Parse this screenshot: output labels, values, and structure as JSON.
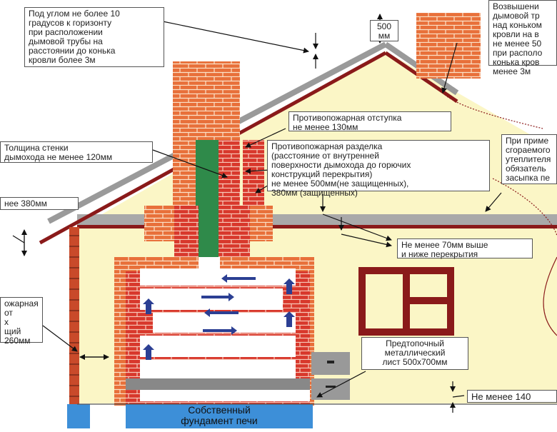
{
  "labels": {
    "angle_note": "Под углом не более 10\nградусов к горизонту\nпри расположении\nдымовой трубы на\nрасстоянии до конька\nкровли более 3м",
    "ridge_500": "500\nмм",
    "raise_note": "Возвышени\nдымовой тр\nнад коньком\nкровли на в\nне менее 50\nпри располо\nконька кров\nменее 3м",
    "fire_offset": "Противопожарная отступка\nне менее 130мм",
    "fire_cutting": "Противопожарная разделка\n(расстояние от внутренней\nповерхности дымохода до горючих\nконструкций перекрытия)\nне менее 500мм(не защищенных),\n380мм (защищенных)",
    "wall_thickness": "Толщина стенки\nдымохода не менее 120мм",
    "left_380": "нее 380мм",
    "insulation_note": "При приме\nсгораемого\nутеплителя\nобязатель\nзасыпка пе",
    "above_below": "Не менее 70мм выше\nи ниже перекрытия",
    "left_fire_note": "ожарная\nот\nх\nщий\n260мм",
    "pre_firebox": "Предтопочный\nметаллический\nлист 500х700мм",
    "min_140": "Не менее 140",
    "foundation": "Собственный\nфундамент печи"
  },
  "colors": {
    "wall": "#fbf6c6",
    "brick": "#e8703a",
    "brick_dark": "#d8382c",
    "roof": "#8a1a1a",
    "roof_grey": "#9a9a9a",
    "foundation": "#3d8fd8",
    "flue": "#2f8a4a",
    "arrow": "#2b3f93",
    "window": "#8a1a1a"
  },
  "icons": {
    "flow_arrows": "arrow-icon",
    "dimension_arrows": "dimension-arrow-icon"
  }
}
